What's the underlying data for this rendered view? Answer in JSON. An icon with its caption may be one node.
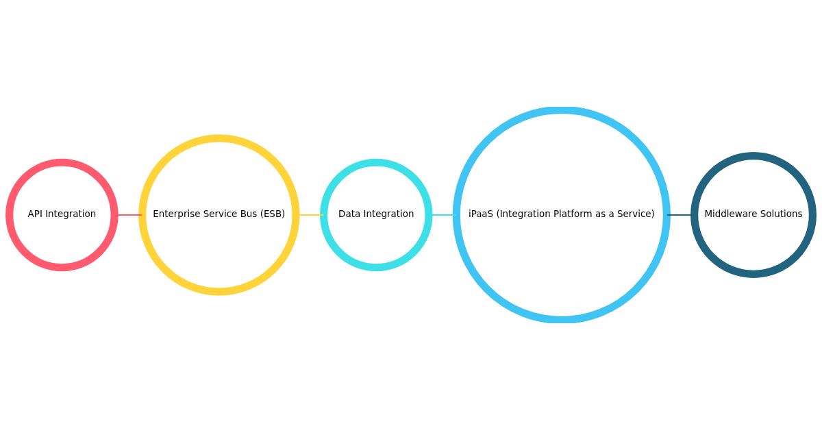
{
  "diagram": {
    "nodes": [
      {
        "text": [
          "API Integration"
        ]
      },
      {
        "text": [
          "Enterprise Service Bus (ESB)"
        ]
      },
      {
        "text": [
          "Data Integration"
        ]
      },
      {
        "text": [
          "iPaaS (Integration Platform as a Service)"
        ]
      },
      {
        "text": [
          "Middleware Solutions"
        ]
      }
    ],
    "edges": [
      {
        "from": 0,
        "to": 1,
        "arrow": "none",
        "color": "#ff5a6e"
      },
      {
        "from": 1,
        "to": 2,
        "arrow": "none",
        "color": "#ffd43b"
      },
      {
        "from": 2,
        "to": 3,
        "arrow": "none",
        "color": "#3ee0e8"
      },
      {
        "from": 3,
        "to": 4,
        "arrow": "none",
        "color": "#22637f"
      }
    ]
  }
}
